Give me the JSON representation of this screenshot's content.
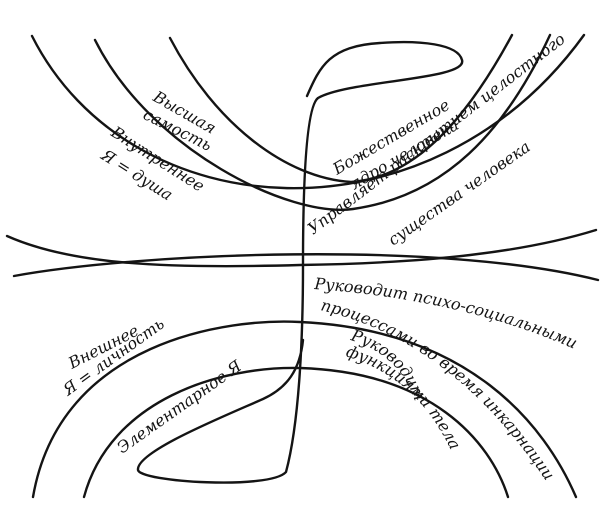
{
  "labels": {
    "higher_self": {
      "line1": "Высшая",
      "line2": "самость"
    },
    "divine_core": {
      "line1": "Божественное",
      "line2": "ядро человека"
    },
    "inner_self": {
      "line1": "Внутреннее",
      "line2": "Я = душа"
    },
    "guides_unfolding": {
      "line1": "Управляет раскрытием целостного",
      "line2": "существа человека"
    },
    "outer_self": {
      "line1": "Внешнее",
      "line2": "Я = личность"
    },
    "guides_psychosocial": {
      "line1": "Руководит психо-социальными",
      "line2": "процессами во время инкарнации"
    },
    "elemental_self": {
      "line1": "Элементарное Я"
    },
    "guides_body": {
      "line1": "Руководит",
      "line2": "функциями тела"
    }
  },
  "colors": {
    "ink": "#141414",
    "paper": "#ffffff"
  }
}
